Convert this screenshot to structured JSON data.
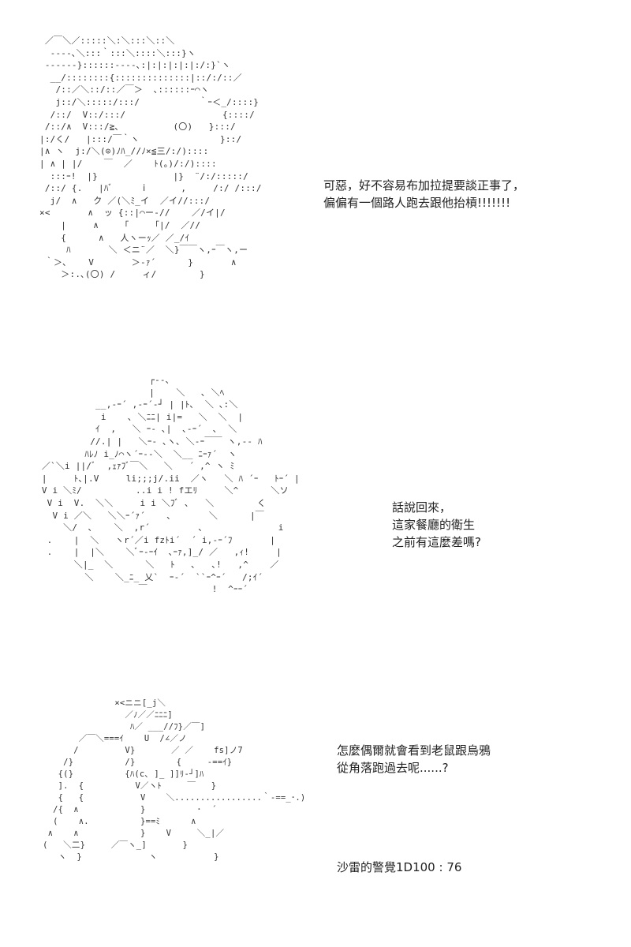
{
  "panels": [
    {
      "ascii_art": " ／￣＼／:::::＼:＼:::＼::＼\n  ----､＼:::｀:::＼::::＼:::}ヽ\n ------}::::::----､:|:|:|:|:|:/:}`ヽ\n  __/::::::::{::::::::::::::|::/:/::／\n   /::／＼::/::／￣＞  ､::::::ｰ⌒ヽ\n   j::/＼:::::/:::/           ｀ｰ＜_/::::}\n  /::/  V::/:::/                  {::::/\n /::/∧  V:::/≧､          (〇)   }:::/\n|:/く/   |:::/￣｀ヽ               }::/\n|∧ ヽ  j:/＼(⊙)ﾉﾊ_//ﾉ×≦三/:/)::::\n| ∧ | |/    ￣  ／    ﾄ(｡)/:/)::::\n  :::ｰ!  |}              |}  ¨/:/:::::/\n /::/ {.   |ﾊﾞ     ｉ      ,     /:/ /:::/\n  j/  ∧   ク ／(＼ﾐ_イ  ／イ//:::/\n×<       ∧  ッ {::|⌒ー-//    ／/イ|/\n    |     ∧    「    「|/  ／//\n    {      ∧   人ヽーｯ／ ／_/ｲ\n     ﾊ       ＼ ＜ニ¨／  ＼}￣￣ヽ,ｰ￣ヽ,ー\n ｀＞､    V       ＞-ｧ´      }       ∧\n    ＞:.､(〇) /     ィ/        }",
      "dialogue": [
        "可惡，好不容易布加拉提要談正事了，",
        "偏偏有一個路人跑去跟他抬槓!!!!!!!"
      ]
    },
    {
      "ascii_art": "                     ┌--､\n                     |    ＼   ､ ＼ﾍ\n           __,-ｰ´ ,-ｰ´-┘ | |ﾄ､  ＼ ､:＼\n            i    ､ ＼ﾆﾆ| i|=   ＼  ＼  |\n           ｲ  ,   ＼ ｰ- ､|  ､-ｰ´  ､  ＼\n          //.| |   ＼ｰ- ､ヽ､ ＼-ｰ￣￣ ヽ,-‐ ﾊ\n         ﾊﾚﾉ i_ﾉ⌒ヽ´ｰ--＼  ＼__ ﾆｰｧ´  ヽ\n ／`＼i ||/ﾞ  ,ｪｧﾌﾞ￣＼   ＼   ´ ,^ ヽ ﾐ\n |     ﾄ､|.V     li;;;j/.ii  ／ヽ   ＼ ﾊ ´ｰ   ﾄｰ´ |\n V i ＼ﾐ/          ..i i ! fエﾘ     ＼^      ＼ソ\n  V i  V.  ＼＼     i i ＼ﾌﾞ ､   ＼        く\n   V i ／＼   ＼＼ｰ´ｧ´    ､       ＼      |￣\n     ＼/  ､    ＼  ,r´         ､              i\n  .    |  ＼   ヽr´／i fzﾄi´  ´ i,-ｰ´ﾌ       |\n  .    |  |＼    ＼ﾞｰ-ｰｲ  ､ｰｧ,]_/ ／   ,ｨ!     |\n       ＼|_  ＼      ＼   ﾄ   ､   ､!   ,^    ／\n         ＼    ＼_ﾆ_ 乂`  ｰ-´  ``ｰ^ｰ´   /;ｲ´\n                   ￣            !  ^ｰｰ´",
      "dialogue": [
        "話說回來，",
        "這家餐廳的衛生",
        "之前有這麼差嗎?"
      ]
    },
    {
      "ascii_art": "                  ×<ニニ[_j＼\n                    ／ﾉ／／ﾆﾆﾆ]\n                     ﾊ／ ___//ﾌ}／￣]\n           ／￣＼===ｲ    U  /∠／ノ\n          /         V}       ／ ／    fs]ノ7\n        /}          /}        {     -==ｲ}\n       {(}          {ﾊ(c､ ]_ ]]ﾘ-┘]ﾊ\n       ].  {          V／ヽﾄ     ￣   }\n       {   {           V    ＼.................｀-==_･.)\n      /{  ∧            }          ･  ´\n      (    ∧.          }==ﾐ      ∧\n     ∧    ∧            }    V     ＼_|／\n    (   ＼二}     ／￣ヽ_]       }\n       ヽ  }             ヽ           }",
      "dialogue": [
        "怎麼偶爾就會看到老鼠跟烏鴉",
        "從角落跑過去呢......?"
      ],
      "dice": "沙雷的警覺1D100 : 76"
    }
  ]
}
